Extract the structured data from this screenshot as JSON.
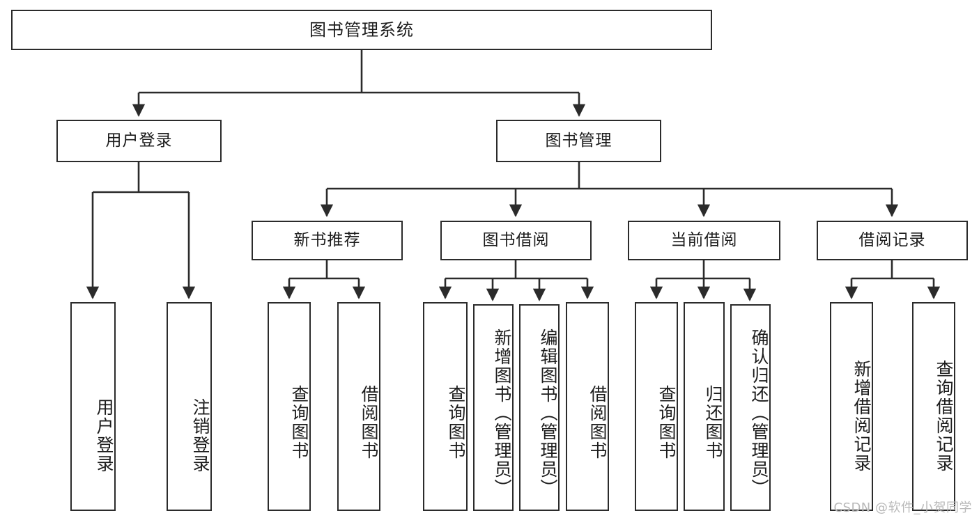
{
  "diagram": {
    "title": "图书管理系统",
    "type": "tree-structure-chart",
    "watermark": "CSDN @软件_小贺同学",
    "colors": {
      "box_border": "#2b2b2b",
      "box_fill": "#ffffff",
      "edge": "#2b2b2b",
      "text": "#1c1c1c",
      "watermark": "#b9b9b9",
      "background": "#ffffff"
    },
    "nodes": {
      "root": {
        "label": "图书管理系统"
      },
      "level2": [
        {
          "id": "user-login",
          "label": "用户登录"
        },
        {
          "id": "book-manage",
          "label": "图书管理"
        }
      ],
      "level3": [
        {
          "id": "new-book-recommend",
          "label": "新书推荐"
        },
        {
          "id": "book-borrow",
          "label": "图书借阅"
        },
        {
          "id": "current-borrow",
          "label": "当前借阅"
        },
        {
          "id": "borrow-record",
          "label": "借阅记录"
        }
      ],
      "leaves": {
        "user_login": [
          {
            "id": "leaf-user-login",
            "label": "用户登录"
          },
          {
            "id": "leaf-user-logout",
            "label": "注销登录"
          }
        ],
        "new_book_recommend": [
          {
            "id": "leaf-query-book-1",
            "label": "查询图书"
          },
          {
            "id": "leaf-borrow-book-1",
            "label": "借阅图书"
          }
        ],
        "book_borrow": [
          {
            "id": "leaf-query-book-2",
            "label": "查询图书"
          },
          {
            "id": "leaf-add-book",
            "label": "新增图书（管理员）"
          },
          {
            "id": "leaf-edit-book",
            "label": "编辑图书（管理员）"
          },
          {
            "id": "leaf-borrow-book-2",
            "label": "借阅图书"
          }
        ],
        "current_borrow": [
          {
            "id": "leaf-query-book-3",
            "label": "查询图书"
          },
          {
            "id": "leaf-return-book",
            "label": "归还图书"
          },
          {
            "id": "leaf-confirm-return",
            "label": "确认归还（管理员）"
          }
        ],
        "borrow_record": [
          {
            "id": "leaf-add-record",
            "label": "新增借阅记录"
          },
          {
            "id": "leaf-query-record",
            "label": "查询借阅记录"
          }
        ]
      }
    }
  }
}
